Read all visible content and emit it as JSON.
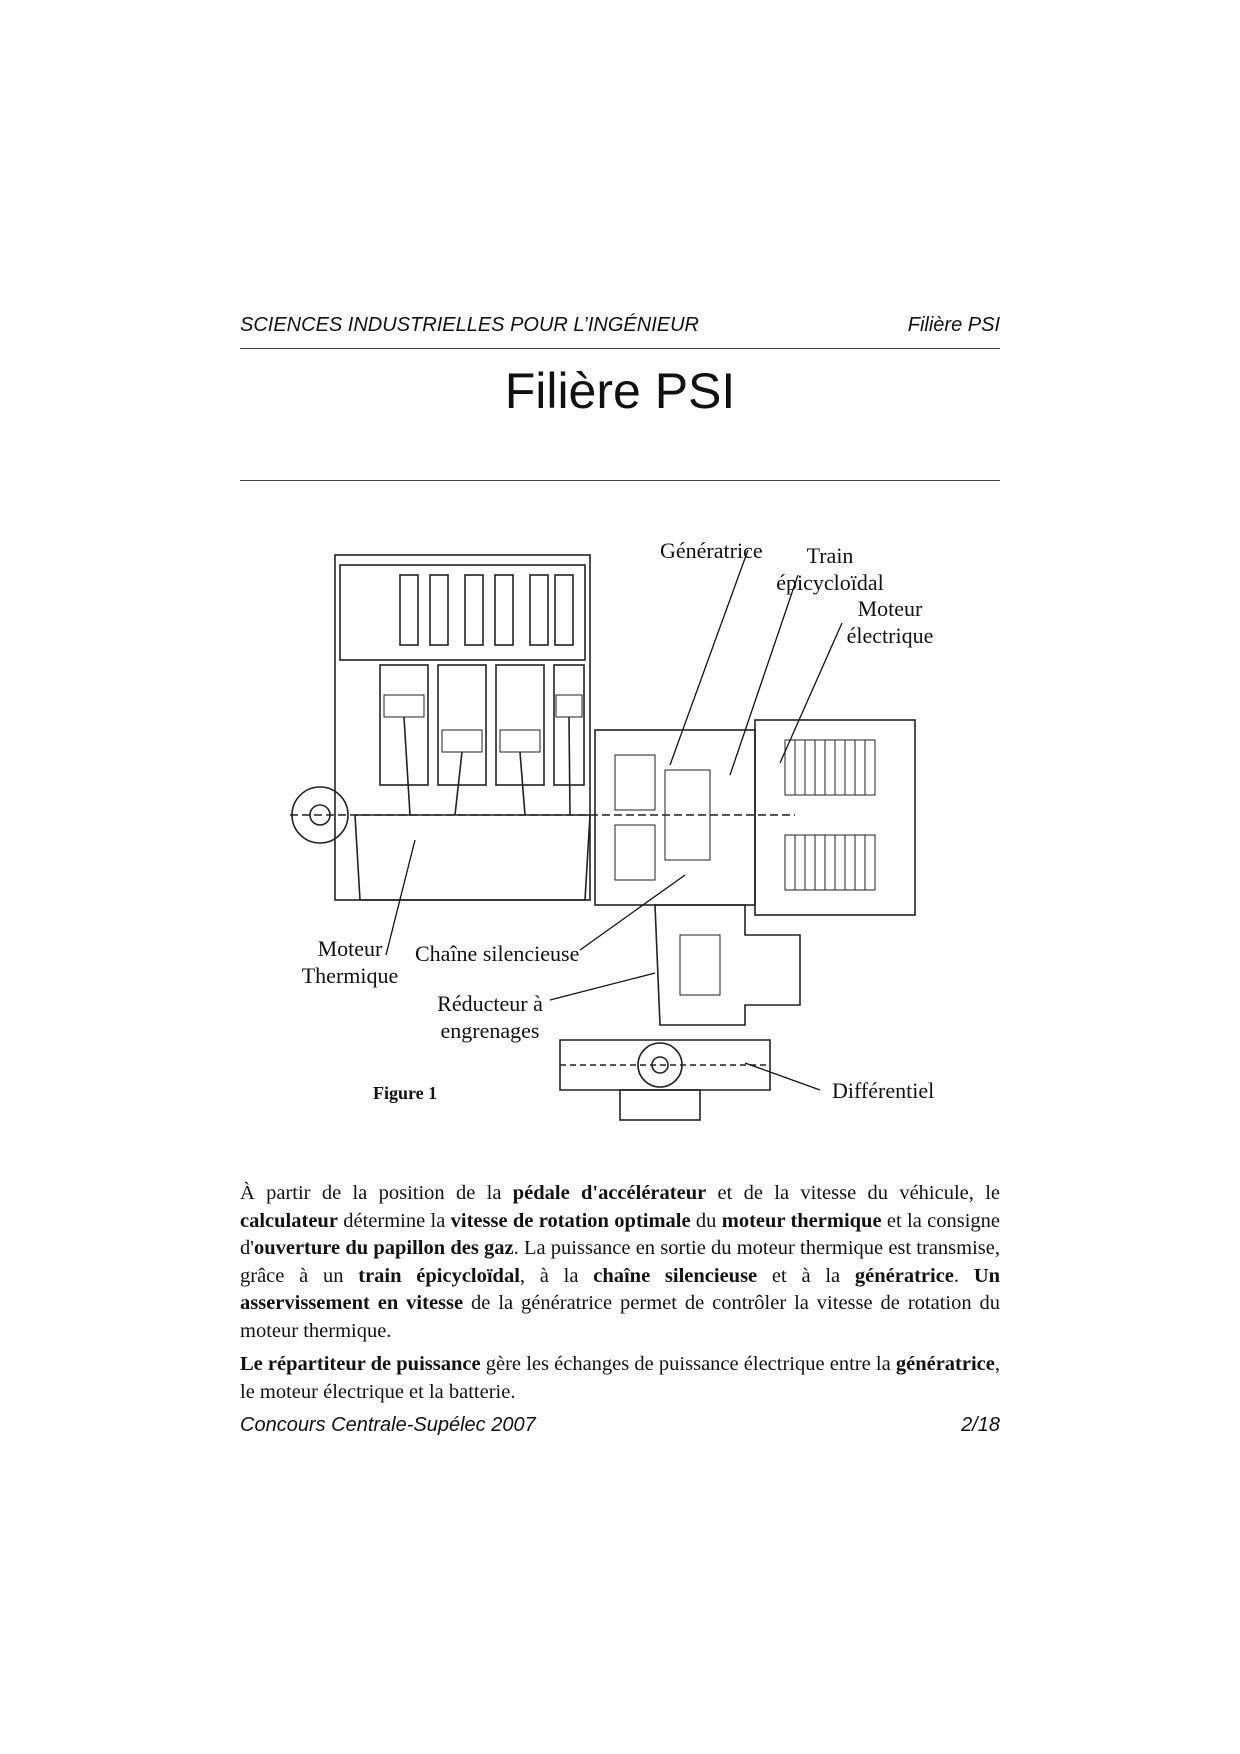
{
  "header": {
    "left": "SCIENCES INDUSTRIELLES POUR L’INGÉNIEUR",
    "right": "Filière PSI"
  },
  "title": "Filière PSI",
  "figure": {
    "caption": "Figure 1",
    "labels": {
      "generatrice": "Génératrice",
      "train_line1": "Train",
      "train_line2": "épicycloïdal",
      "moteur_elec_line1": "Moteur",
      "moteur_elec_line2": "électrique",
      "moteur_therm_line1": "Moteur",
      "moteur_therm_line2": "Thermique",
      "chaine": "Chaîne silencieuse",
      "reducteur_line1": "Réducteur à",
      "reducteur_line2": "engrenages",
      "differentiel": "Différentiel"
    }
  },
  "body": {
    "p1": [
      {
        "t": "À partir de la position de la ",
        "b": false
      },
      {
        "t": "pédale d'accélérateur",
        "b": true
      },
      {
        "t": " et de la vitesse du véhicule, le ",
        "b": false
      },
      {
        "t": "calculateur",
        "b": true
      },
      {
        "t": " détermine la ",
        "b": false
      },
      {
        "t": "vitesse de rotation optimale",
        "b": true
      },
      {
        "t": " du ",
        "b": false
      },
      {
        "t": "moteur thermique",
        "b": true
      },
      {
        "t": " et la consigne d'",
        "b": false
      },
      {
        "t": "ouverture du papillon des gaz",
        "b": true
      },
      {
        "t": ". La puissance en sortie du moteur thermique est transmise, grâce à un ",
        "b": false
      },
      {
        "t": "train épicycloïdal",
        "b": true
      },
      {
        "t": ", à la ",
        "b": false
      },
      {
        "t": "chaîne silencieuse",
        "b": true
      },
      {
        "t": " et à la ",
        "b": false
      },
      {
        "t": "génératrice",
        "b": true
      },
      {
        "t": ". ",
        "b": false
      },
      {
        "t": "Un asservissement en vitesse",
        "b": true
      },
      {
        "t": " de la génératrice permet de contrôler la vitesse de rotation du moteur thermique.",
        "b": false
      }
    ],
    "p2": [
      {
        "t": "Le répartiteur de puissance",
        "b": true
      },
      {
        "t": " gère les échanges de puissance électrique entre la ",
        "b": false
      },
      {
        "t": "génératrice",
        "b": true
      },
      {
        "t": ", le moteur électrique et la batterie.",
        "b": false
      }
    ]
  },
  "footer": {
    "left": "Concours Centrale-Supélec 2007",
    "right": "2/18"
  }
}
